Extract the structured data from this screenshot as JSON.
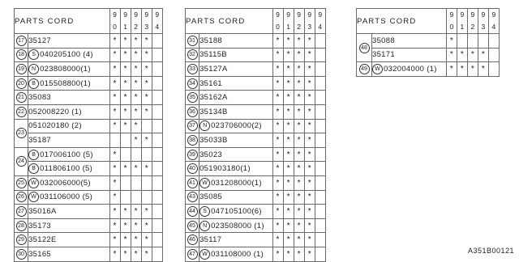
{
  "header": {
    "title": "PARTS CORD",
    "years": [
      "90",
      "91",
      "92",
      "93",
      "94"
    ]
  },
  "tables": [
    {
      "rows": [
        {
          "num": "17",
          "parts": [
            {
              "prefix": "",
              "text": "35127"
            }
          ],
          "marks": [
            "*",
            "*",
            "*",
            "*",
            ""
          ]
        },
        {
          "num": "18",
          "parts": [
            {
              "prefix": "S",
              "text": "040205100 (4)"
            }
          ],
          "marks": [
            "*",
            "*",
            "*",
            "*",
            ""
          ]
        },
        {
          "num": "19",
          "parts": [
            {
              "prefix": "N",
              "text": "023808000(1)"
            }
          ],
          "marks": [
            "*",
            "*",
            "*",
            "*",
            ""
          ]
        },
        {
          "num": "20",
          "parts": [
            {
              "prefix": "B",
              "text": "015508800(1)"
            }
          ],
          "marks": [
            "*",
            "*",
            "*",
            "*",
            ""
          ]
        },
        {
          "num": "21",
          "parts": [
            {
              "prefix": "",
              "text": "35083"
            }
          ],
          "marks": [
            "*",
            "*",
            "*",
            "*",
            ""
          ]
        },
        {
          "num": "22",
          "parts": [
            {
              "prefix": "",
              "text": "052008220 (1)"
            }
          ],
          "marks": [
            "*",
            "*",
            "*",
            "*",
            ""
          ]
        },
        {
          "num": "23",
          "parts": [
            {
              "prefix": "",
              "text": "051020180  (2)",
              "marks": [
                "*",
                "*",
                "*",
                "",
                ""
              ]
            },
            {
              "prefix": "",
              "text": "35187",
              "marks": [
                "",
                "",
                "*",
                "*",
                ""
              ]
            }
          ]
        },
        {
          "num": "24",
          "parts": [
            {
              "prefix": "B",
              "text": "017006100 (5)",
              "marks": [
                "*",
                "",
                "",
                "",
                ""
              ]
            },
            {
              "prefix": "B",
              "text": "011806100 (5)",
              "marks": [
                "*",
                "*",
                "*",
                "*",
                ""
              ]
            }
          ]
        },
        {
          "num": "25",
          "parts": [
            {
              "prefix": "W",
              "text": "032006000(5)"
            }
          ],
          "marks": [
            "*",
            "",
            "",
            "",
            ""
          ]
        },
        {
          "num": "26",
          "parts": [
            {
              "prefix": "W",
              "text": "031106000 (5)"
            }
          ],
          "marks": [
            "*",
            "",
            "",
            "",
            ""
          ]
        },
        {
          "num": "27",
          "parts": [
            {
              "prefix": "",
              "text": "35016A"
            }
          ],
          "marks": [
            "*",
            "*",
            "*",
            "*",
            ""
          ]
        },
        {
          "num": "28",
          "parts": [
            {
              "prefix": "",
              "text": "35173"
            }
          ],
          "marks": [
            "*",
            "*",
            "*",
            "*",
            ""
          ]
        },
        {
          "num": "29",
          "parts": [
            {
              "prefix": "",
              "text": "35122E"
            }
          ],
          "marks": [
            "*",
            "*",
            "*",
            "*",
            ""
          ]
        },
        {
          "num": "30",
          "parts": [
            {
              "prefix": "",
              "text": "35165"
            }
          ],
          "marks": [
            "*",
            "*",
            "*",
            "*",
            ""
          ]
        }
      ]
    },
    {
      "rows": [
        {
          "num": "31",
          "parts": [
            {
              "prefix": "",
              "text": "35188"
            }
          ],
          "marks": [
            "*",
            "*",
            "*",
            "*",
            ""
          ]
        },
        {
          "num": "32",
          "parts": [
            {
              "prefix": "",
              "text": "35115B"
            }
          ],
          "marks": [
            "*",
            "*",
            "*",
            "*",
            ""
          ]
        },
        {
          "num": "33",
          "parts": [
            {
              "prefix": "",
              "text": "35127A"
            }
          ],
          "marks": [
            "*",
            "*",
            "*",
            "*",
            ""
          ]
        },
        {
          "num": "34",
          "parts": [
            {
              "prefix": "",
              "text": "35161"
            }
          ],
          "marks": [
            "*",
            "*",
            "*",
            "*",
            ""
          ]
        },
        {
          "num": "35",
          "parts": [
            {
              "prefix": "",
              "text": "35162A"
            }
          ],
          "marks": [
            "*",
            "*",
            "*",
            "*",
            ""
          ]
        },
        {
          "num": "36",
          "parts": [
            {
              "prefix": "",
              "text": "35134B"
            }
          ],
          "marks": [
            "*",
            "*",
            "*",
            "*",
            ""
          ]
        },
        {
          "num": "37",
          "parts": [
            {
              "prefix": "N",
              "text": "023706000(2)"
            }
          ],
          "marks": [
            "*",
            "*",
            "*",
            "*",
            ""
          ]
        },
        {
          "num": "38",
          "parts": [
            {
              "prefix": "",
              "text": "35033B"
            }
          ],
          "marks": [
            "*",
            "*",
            "*",
            "*",
            ""
          ]
        },
        {
          "num": "39",
          "parts": [
            {
              "prefix": "",
              "text": "35023"
            }
          ],
          "marks": [
            "*",
            "*",
            "*",
            "*",
            ""
          ]
        },
        {
          "num": "40",
          "parts": [
            {
              "prefix": "",
              "text": "051903180(1)"
            }
          ],
          "marks": [
            "*",
            "*",
            "*",
            "*",
            ""
          ]
        },
        {
          "num": "41",
          "parts": [
            {
              "prefix": "W",
              "text": "031208000(1)"
            }
          ],
          "marks": [
            "*",
            "*",
            "*",
            "*",
            ""
          ]
        },
        {
          "num": "43",
          "parts": [
            {
              "prefix": "",
              "text": "35085"
            }
          ],
          "marks": [
            "*",
            "*",
            "*",
            "*",
            ""
          ]
        },
        {
          "num": "44",
          "parts": [
            {
              "prefix": "S",
              "text": "047105100(6)"
            }
          ],
          "marks": [
            "*",
            "*",
            "*",
            "*",
            ""
          ]
        },
        {
          "num": "45",
          "parts": [
            {
              "prefix": "N",
              "text": "023508000 (1)"
            }
          ],
          "marks": [
            "*",
            "*",
            "*",
            "*",
            ""
          ]
        },
        {
          "num": "46",
          "parts": [
            {
              "prefix": "",
              "text": "35117"
            }
          ],
          "marks": [
            "*",
            "*",
            "*",
            "*",
            ""
          ]
        },
        {
          "num": "47",
          "parts": [
            {
              "prefix": "W",
              "text": "031108000 (1)"
            }
          ],
          "marks": [
            "*",
            "*",
            "*",
            "*",
            ""
          ]
        }
      ]
    },
    {
      "rows": [
        {
          "num": "48",
          "parts": [
            {
              "prefix": "",
              "text": "35088",
              "marks": [
                "*",
                "",
                "",
                "",
                ""
              ]
            },
            {
              "prefix": "",
              "text": "35171",
              "marks": [
                "*",
                "*",
                "*",
                "*",
                ""
              ]
            }
          ]
        },
        {
          "num": "49",
          "parts": [
            {
              "prefix": "W",
              "text": "032004000 (1)"
            }
          ],
          "marks": [
            "*",
            "*",
            "*",
            "*",
            ""
          ]
        }
      ]
    }
  ],
  "diagram_code": "A351B00121"
}
